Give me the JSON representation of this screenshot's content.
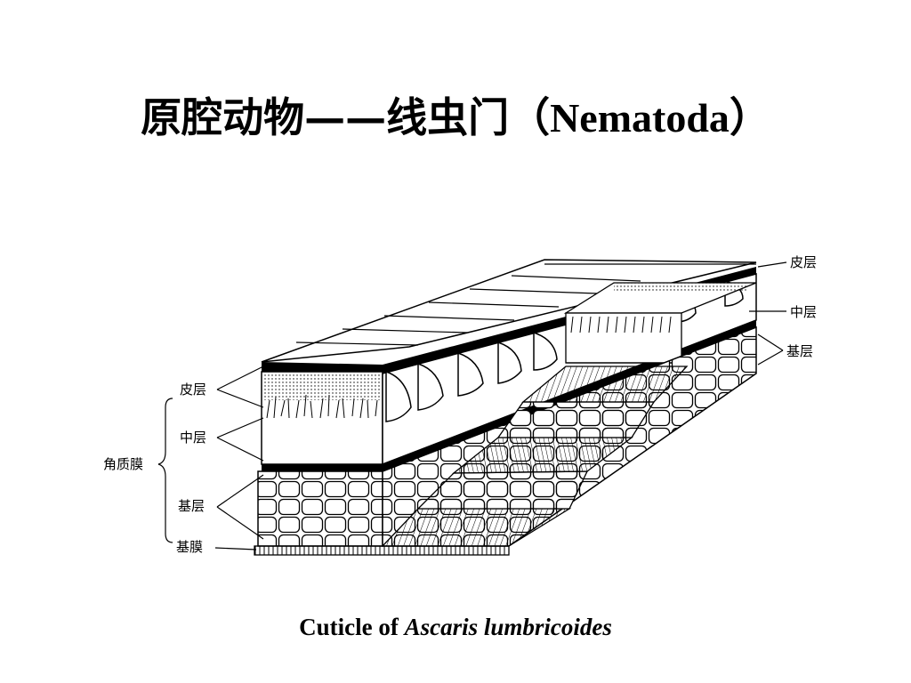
{
  "slide": {
    "title_cn": "原腔动物——线虫门（",
    "title_latin": "Nematoda",
    "title_close": "）"
  },
  "diagram": {
    "labels_left": {
      "group": "角质膜",
      "cortex": "皮层",
      "middle": "中层",
      "basal": "基层",
      "membrane": "基膜"
    },
    "labels_right": {
      "cortex": "皮层",
      "middle": "中层",
      "basal": "基层"
    }
  },
  "caption": {
    "prefix": "Cuticle of ",
    "species": "Ascaris lumbricoides"
  }
}
